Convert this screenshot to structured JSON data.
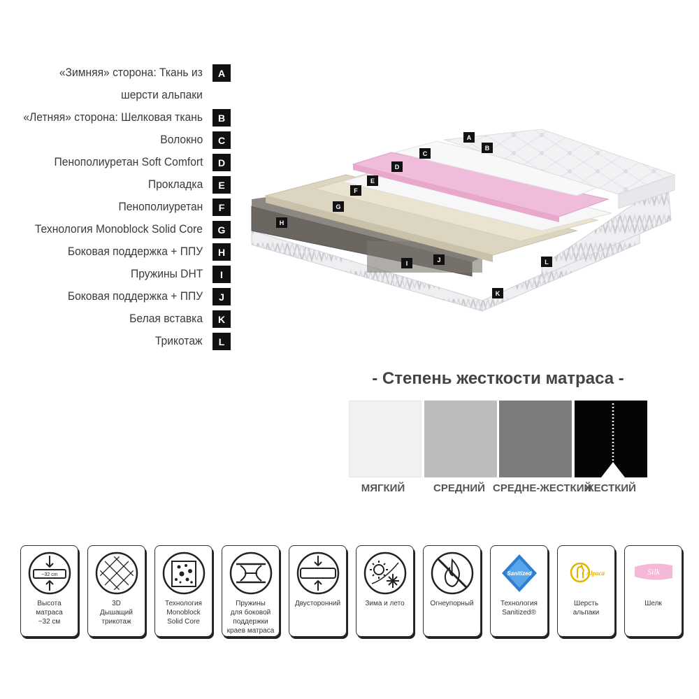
{
  "legend": [
    {
      "letter": "A",
      "text": "«Зимняя» сторона: Ткань из"
    },
    {
      "letter": "",
      "text": "шерсти альпаки"
    },
    {
      "letter": "B",
      "text": "«Летняя» сторона: Шелковая ткань"
    },
    {
      "letter": "C",
      "text": "Волокно"
    },
    {
      "letter": "D",
      "text": "Пенополиуретан Soft Comfort"
    },
    {
      "letter": "E",
      "text": "Прокладка"
    },
    {
      "letter": "F",
      "text": "Пенополиуретан"
    },
    {
      "letter": "G",
      "text": "Технология Monoblock Solid Core"
    },
    {
      "letter": "H",
      "text": "Боковая поддержка + ППУ"
    },
    {
      "letter": "I",
      "text": "Пружины DHT"
    },
    {
      "letter": "J",
      "text": "Боковая поддержка + ППУ"
    },
    {
      "letter": "K",
      "text": "Белая вставка"
    },
    {
      "letter": "L",
      "text": "Трикотаж"
    }
  ],
  "callouts": [
    "A",
    "B",
    "C",
    "D",
    "E",
    "F",
    "G",
    "H",
    "I",
    "J",
    "K",
    "L"
  ],
  "firmness": {
    "title": "- Степень жесткости матраса -",
    "levels": [
      {
        "label": "МЯГКИЙ",
        "color": "#f1f1f1"
      },
      {
        "label": "СРЕДНИЙ",
        "color": "#bcbcbc"
      },
      {
        "label": "СРЕДНЕ-ЖЕСТКИЙ",
        "color": "#7c7c7c"
      },
      {
        "label": "ЖЕСТКИЙ",
        "color": "#050505",
        "selected": true
      }
    ]
  },
  "features": [
    {
      "icon": "height-icon",
      "inner": "~32 cm",
      "label": "Высота\nматраса\n~32 см"
    },
    {
      "icon": "knit-3d-icon",
      "label": "3D\nДышащий\nтрикотаж"
    },
    {
      "icon": "monoblock-icon",
      "label": "Технология\nMonoblock\nSolid Core"
    },
    {
      "icon": "springs-icon",
      "label": "Пружины\nдля боковой\nподдержки\nкраев матраса"
    },
    {
      "icon": "two-sided-icon",
      "label": "Двусторонний"
    },
    {
      "icon": "winter-summer-icon",
      "label": "Зима и лето"
    },
    {
      "icon": "fireproof-icon",
      "label": "Огнеупорный"
    },
    {
      "icon": "sanitized-icon",
      "inner": "Sanitized",
      "label": "Технология\nSanitized®"
    },
    {
      "icon": "alpaca-icon",
      "inner": "Alpaca",
      "label": "Шерсть\nальпаки"
    },
    {
      "icon": "silk-icon",
      "inner": "Silk",
      "label": "Шелк"
    }
  ]
}
